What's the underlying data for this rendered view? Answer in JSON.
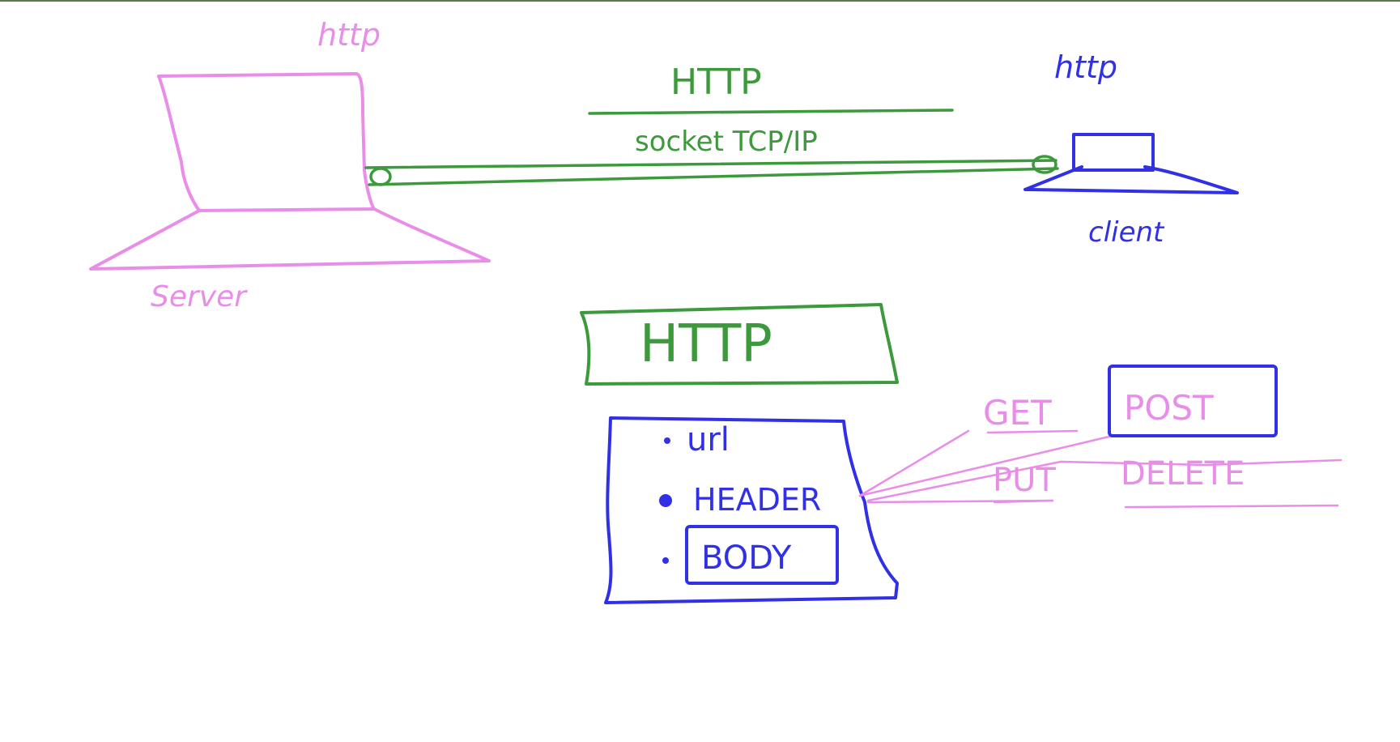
{
  "colors": {
    "pink": "#e98ee8",
    "green": "#3c993c",
    "blue": "#3030e6",
    "topline": "#5a7a4a",
    "background": "#ffffff"
  },
  "labels": {
    "server_top": "http",
    "server_bottom": "Server",
    "client_top": "http",
    "client_bottom": "client",
    "protocol_top": "HTTP",
    "protocol_bottom": "socket TCP/IP",
    "http_box": "HTTP",
    "request_url": "url",
    "request_header": "HEADER",
    "request_body": "BODY",
    "method_get": "GET",
    "method_post": "POST",
    "method_put": "PUT",
    "method_delete": "DELETE"
  }
}
